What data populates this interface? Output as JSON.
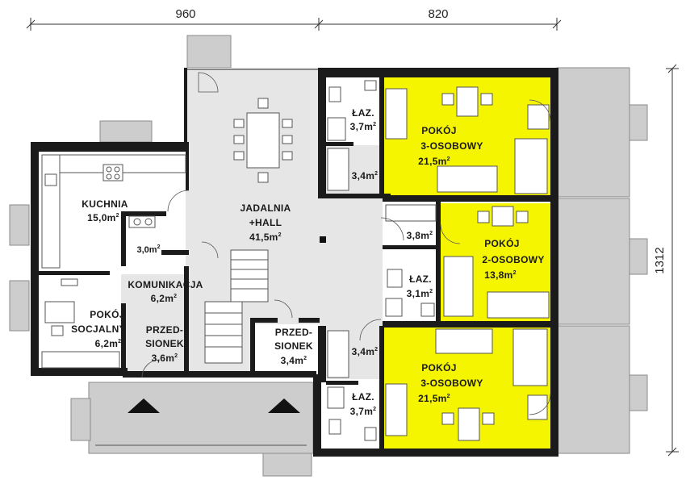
{
  "dimensions": {
    "top_left": "960",
    "top_right": "820",
    "right": "1312"
  },
  "rooms": {
    "kuchnia": {
      "name": "KUCHNIA",
      "area": "15,0m",
      "unit": "2"
    },
    "spizarnia": {
      "area": "3,0m",
      "unit": "2"
    },
    "komunikacja": {
      "name": "KOMUNIKACJA",
      "area": "6,2m",
      "unit": "2"
    },
    "pokoj_socjalny": {
      "name1": "POKÓJ",
      "name2": "SOCJALNY",
      "area": "6,2m",
      "unit": "2"
    },
    "przedsionek_left": {
      "name1": "PRZED-",
      "name2": "SIONEK",
      "area": "3,6m",
      "unit": "2"
    },
    "jadalnia": {
      "name1": "JADALNIA",
      "name2": "+HALL",
      "area": "41,5m",
      "unit": "2"
    },
    "przedsionek_right": {
      "name1": "PRZED-",
      "name2": "SIONEK",
      "area": "3,4m",
      "unit": "2"
    },
    "laz_top": {
      "name": "ŁAZ.",
      "area": "3,7m",
      "unit": "2"
    },
    "hall_top": {
      "area": "3,4m",
      "unit": "2"
    },
    "pokoj_3_top": {
      "name1": "POKÓJ",
      "name2": "3-OSOBOWY",
      "area": "21,5m",
      "unit": "2"
    },
    "hall_mid": {
      "area": "3,8m",
      "unit": "2"
    },
    "laz_mid": {
      "name": "ŁAZ.",
      "area": "3,1m",
      "unit": "2"
    },
    "pokoj_2": {
      "name1": "POKÓJ",
      "name2": "2-OSOBOWY",
      "area": "13,8m",
      "unit": "2"
    },
    "hall_bottom": {
      "area": "3,4m",
      "unit": "2"
    },
    "laz_bottom": {
      "name": "ŁAZ.",
      "area": "3,7m",
      "unit": "2"
    },
    "pokoj_3_bottom": {
      "name1": "POKÓJ",
      "name2": "3-OSOBOWY",
      "area": "21,5m",
      "unit": "2"
    }
  },
  "colors": {
    "wall": "#1b1b1b",
    "floor": "#e6e6e6",
    "bedroom": "#f5f500",
    "terrace": "#cdcdcd"
  }
}
